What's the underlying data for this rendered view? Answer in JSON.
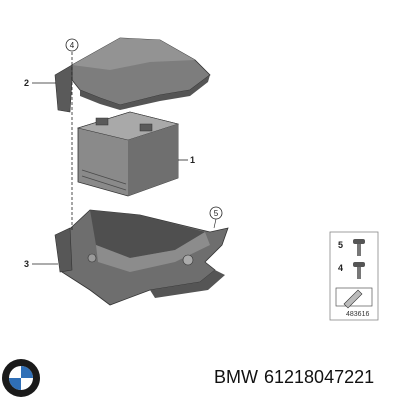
{
  "callouts": {
    "battery": "1",
    "cover": "2",
    "tray": "3",
    "cover_screw": "4",
    "tray_screw": "5"
  },
  "legend_box": {
    "item_5": "5",
    "item_4": "4",
    "drawing_number": "483616"
  },
  "caption": {
    "brand": "BMW",
    "part_number": "61218047221"
  },
  "logo": {
    "text": "BMW"
  },
  "colors": {
    "part_fill": "#7d7d7d",
    "part_dark": "#4e4e4e",
    "part_light": "#a8a8a8",
    "line": "#222222"
  }
}
